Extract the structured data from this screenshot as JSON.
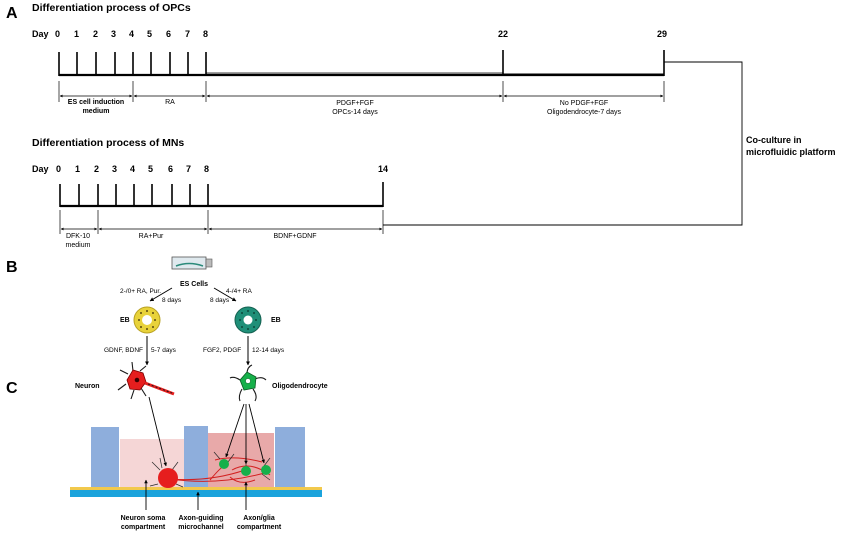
{
  "panel_a": {
    "letter": "A",
    "opc": {
      "title": "Differentiation process of OPCs",
      "day_label": "Day",
      "days": [
        "0",
        "1",
        "2",
        "3",
        "4",
        "5",
        "6",
        "7",
        "8",
        "22",
        "29"
      ],
      "segments": [
        {
          "line1": "ES cell induction",
          "line2": "medium"
        },
        {
          "line1": "RA",
          "line2": ""
        },
        {
          "line1": "PDGF+FGF",
          "line2": "OPCs-14 days"
        },
        {
          "line1": "No PDGF+FGF",
          "line2": "Oligodendrocyte-7 days"
        }
      ]
    },
    "mn": {
      "title": "Differentiation process of MNs",
      "day_label": "Day",
      "days": [
        "0",
        "1",
        "2",
        "3",
        "4",
        "5",
        "6",
        "7",
        "8",
        "14"
      ],
      "segments": [
        {
          "line1": "DFK-10",
          "line2": "medium"
        },
        {
          "line1": "RA+Pur",
          "line2": ""
        },
        {
          "line1": "BDNF+GDNF",
          "line2": ""
        }
      ]
    },
    "coculture": {
      "line1": "Co-culture in",
      "line2": "microfluidic platform"
    }
  },
  "panel_b": {
    "letter": "B",
    "es_cells": "ES Cells",
    "left_cond_1": "2-/0+ RA, Pur.",
    "left_cond_2": "8 days",
    "right_cond_1": "4-/4+ RA",
    "right_cond_2": "8 days",
    "eb_left": "EB",
    "eb_right": "EB",
    "left_factors": "GDNF, BDNF",
    "left_time": "5-7 days",
    "right_factors": "FGF2, PDGF",
    "right_time": "12-14 days"
  },
  "panel_c": {
    "letter": "C",
    "neuron": "Neuron",
    "oligodendrocyte": "Oligodendrocyte",
    "soma_1": "Neuron soma",
    "soma_2": "compartment",
    "channel_1": "Axon-guiding",
    "channel_2": "microchannel",
    "glia_1": "Axon/glia",
    "glia_2": "compartment"
  },
  "colors": {
    "pillar": "#8eaedc",
    "substrate": "#1ba3dc",
    "substrate_top": "#f2c94c",
    "neuron": "#e61e1e",
    "oligo": "#16b04a",
    "eb_left": "#e8d23a",
    "eb_right": "#1f8f78",
    "left_chamber": "#f5d6d6",
    "right_chamber": "#e8a9a9"
  }
}
